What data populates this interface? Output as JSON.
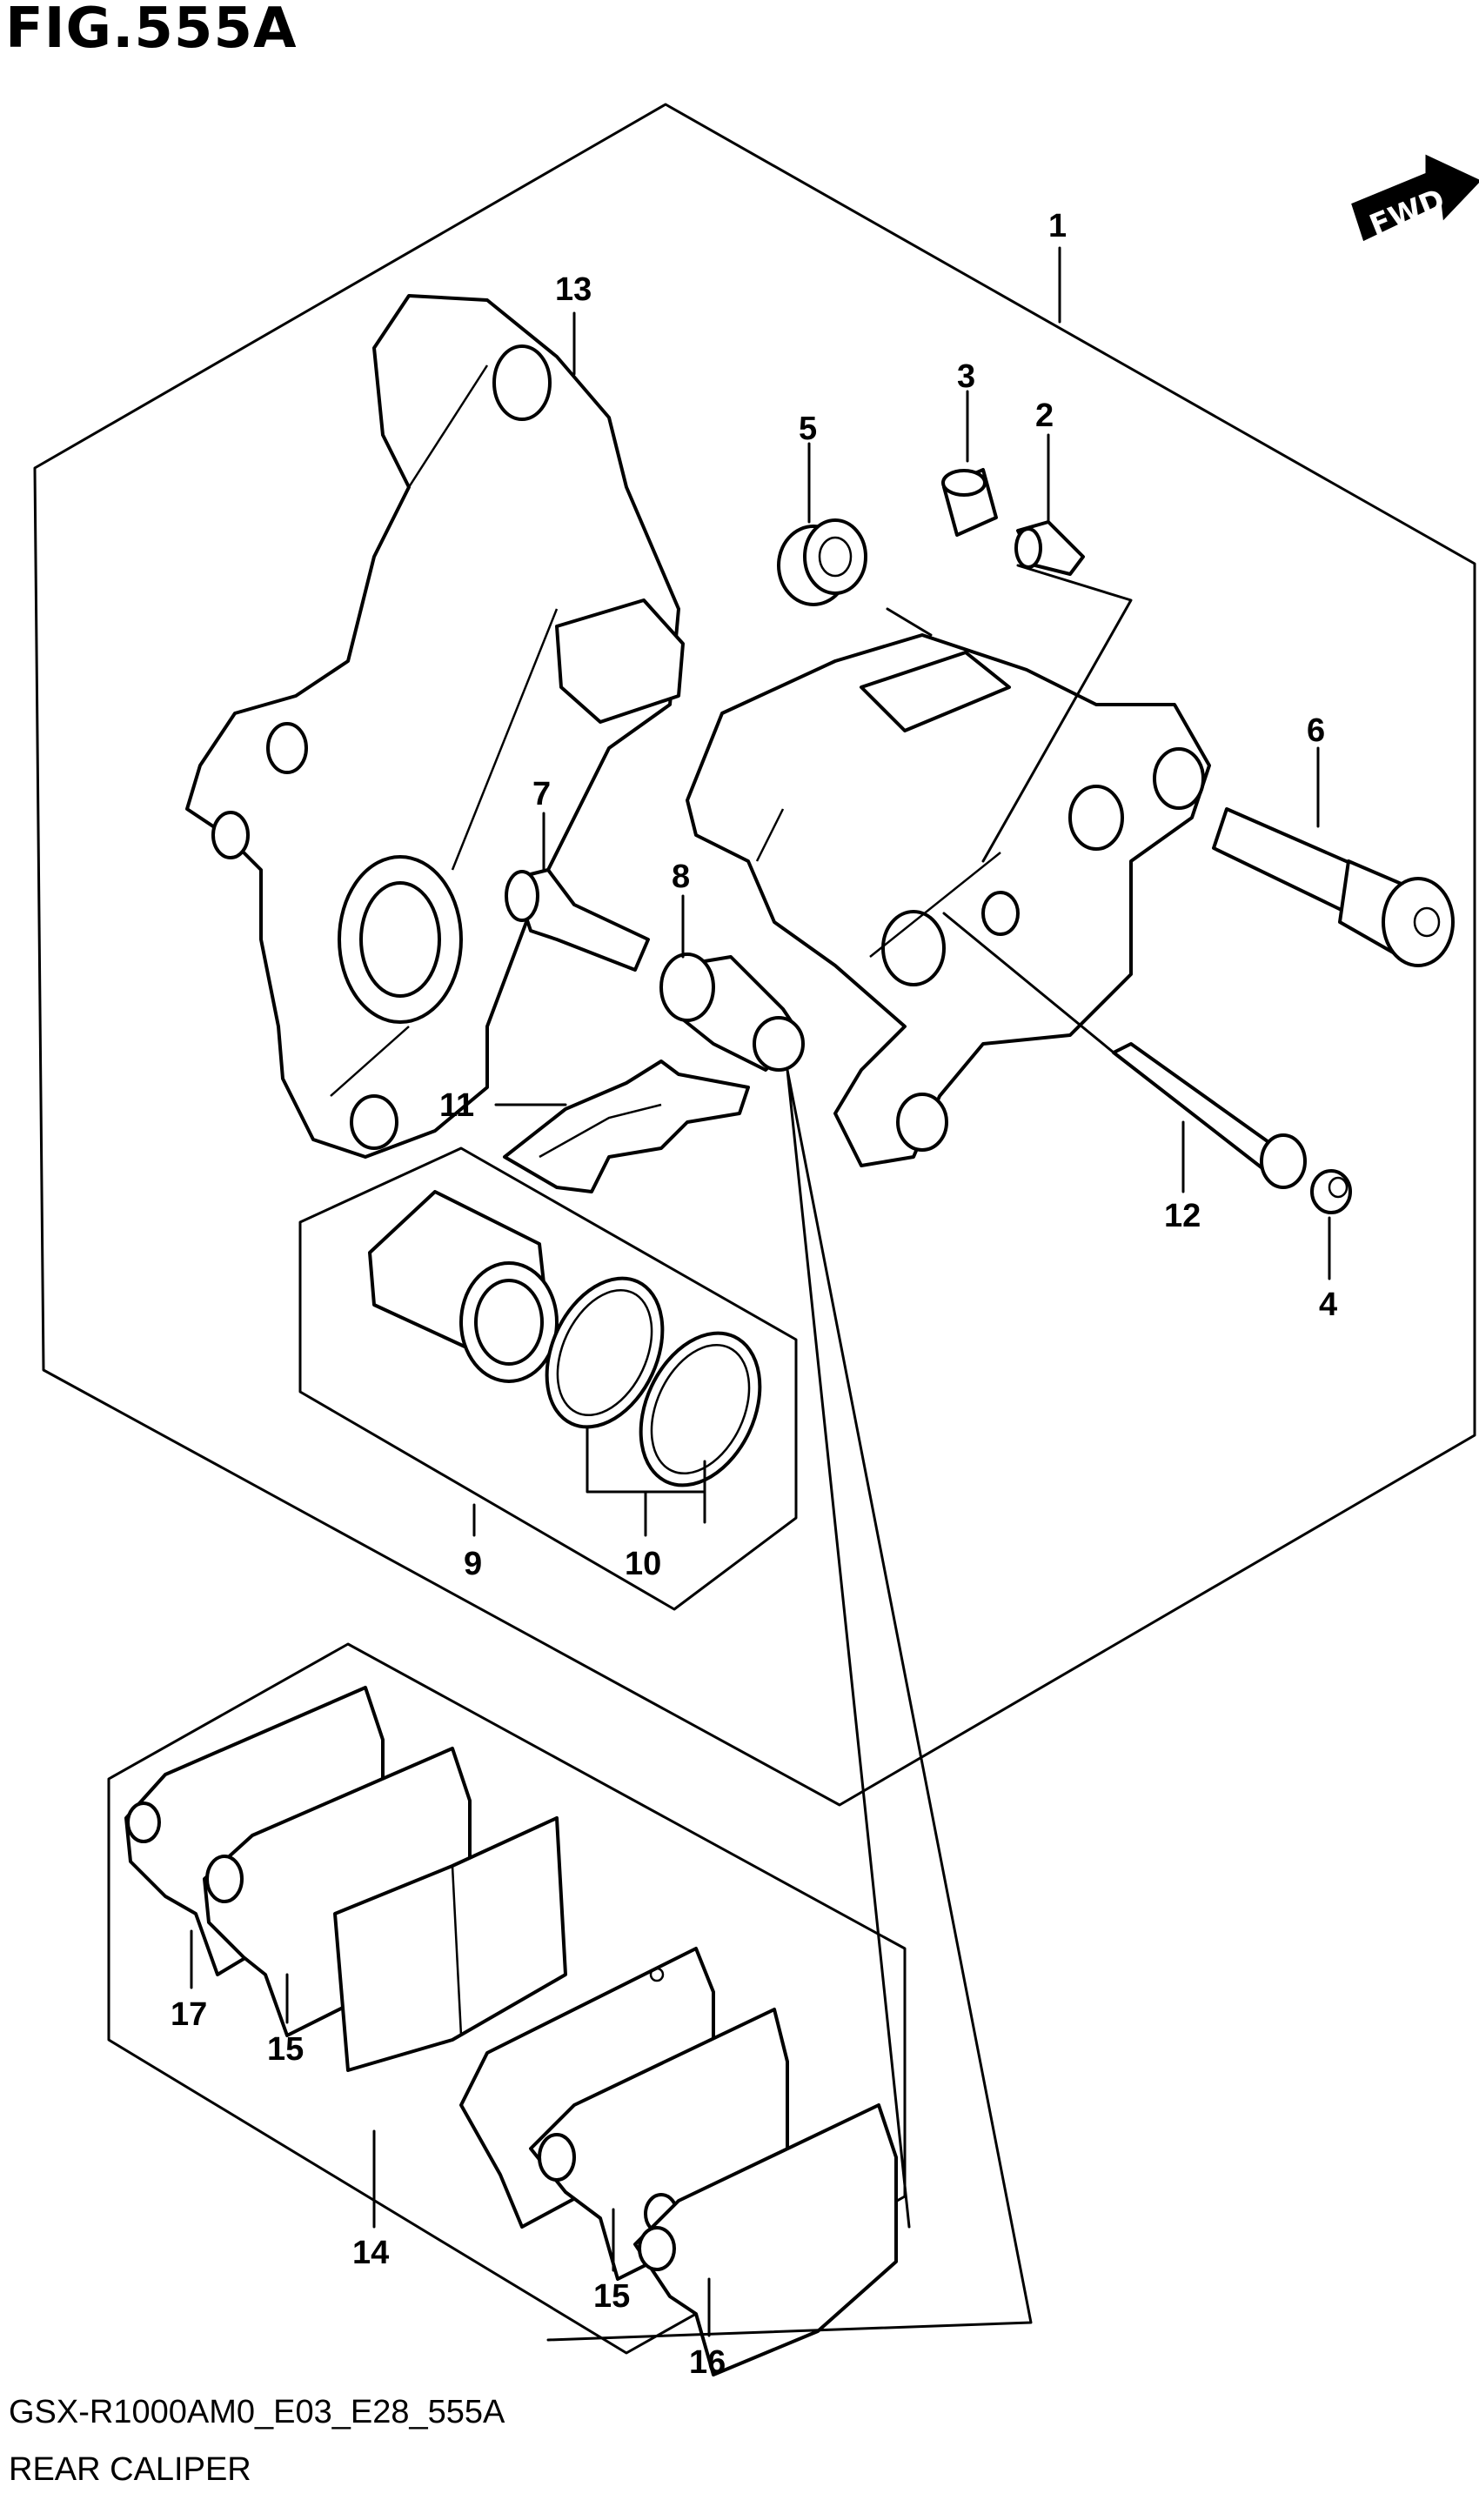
{
  "figure": {
    "title": "FIG.555A",
    "model_code": "GSX-R1000AM0_E03_E28_555A",
    "group_name": "REAR CALIPER"
  },
  "fwd_badge": {
    "text": "FWD",
    "icon": "fwd-arrow-icon"
  },
  "callouts": {
    "c1": "1",
    "c2": "2",
    "c3": "3",
    "c4": "4",
    "c5": "5",
    "c6": "6",
    "c7": "7",
    "c8": "8",
    "c9": "9",
    "c10": "10",
    "c11": "11",
    "c12": "12",
    "c13": "13",
    "c14": "14",
    "c15a": "15",
    "c15b": "15",
    "c16": "16",
    "c17": "17"
  },
  "colors": {
    "ink": "#000000",
    "paper": "#ffffff"
  }
}
